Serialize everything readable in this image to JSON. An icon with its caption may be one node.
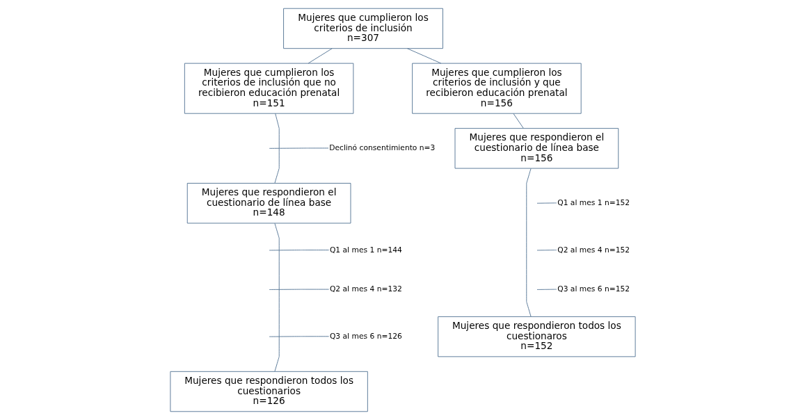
{
  "diagram": {
    "nodes": [
      {
        "text": [
          "Mujeres que cumplieron los criterios de inclusión",
          "n=307"
        ]
      },
      {
        "text": [
          "Mujeres que cumplieron los criterios de inclusión que no recibieron educación prenatal",
          "n=151"
        ]
      },
      {
        "text": [
          "Mujeres que cumplieron los criterios de inclusión y que recibieron educación prenatal",
          "n=156"
        ]
      },
      {
        "text": [
          "Declinó consentimiento n=3"
        ]
      },
      {
        "text": [
          "Mujeres que respondieron el cuestionario de línea base",
          "n=148"
        ]
      },
      {
        "text": [
          "Mujeres que respondieron el cuestionario de línea base",
          "n=156"
        ]
      },
      {
        "text": [
          "Q1 al mes 1 n=144"
        ]
      },
      {
        "text": [
          "Q2 al mes 4 n=132"
        ]
      },
      {
        "text": [
          "Q3 al mes 6 n=126"
        ]
      },
      {
        "text": [
          "Q1 al mes 1 n=152"
        ]
      },
      {
        "text": [
          "Q2 al mes 4 n=152"
        ]
      },
      {
        "text": [
          "Q3 al mes 6 n=152"
        ]
      },
      {
        "text": [
          "Mujeres que respondieron todos los cuestionarios",
          "n=126"
        ]
      },
      {
        "text": [
          "Mujeres que respondieron todos los cuestionaros",
          "n=152"
        ]
      }
    ],
    "edges": [
      {
        "from": 0,
        "to": 1,
        "arrow": "none"
      },
      {
        "from": 0,
        "to": 2,
        "arrow": "none"
      },
      {
        "from": 1,
        "to": 4,
        "arrow": "none"
      },
      {
        "from": 3,
        "to": null,
        "arrow": "none"
      },
      {
        "from": 2,
        "to": 5,
        "arrow": "none"
      },
      {
        "from": 4,
        "to": 12,
        "arrow": "none"
      },
      {
        "from": 6,
        "to": null,
        "arrow": "none"
      },
      {
        "from": 7,
        "to": null,
        "arrow": "none"
      },
      {
        "from": 8,
        "to": null,
        "arrow": "none"
      },
      {
        "from": 5,
        "to": 13,
        "arrow": "none"
      },
      {
        "from": 9,
        "to": null,
        "arrow": "none"
      },
      {
        "from": 10,
        "to": null,
        "arrow": "none"
      },
      {
        "from": 11,
        "to": null,
        "arrow": "none"
      }
    ]
  }
}
